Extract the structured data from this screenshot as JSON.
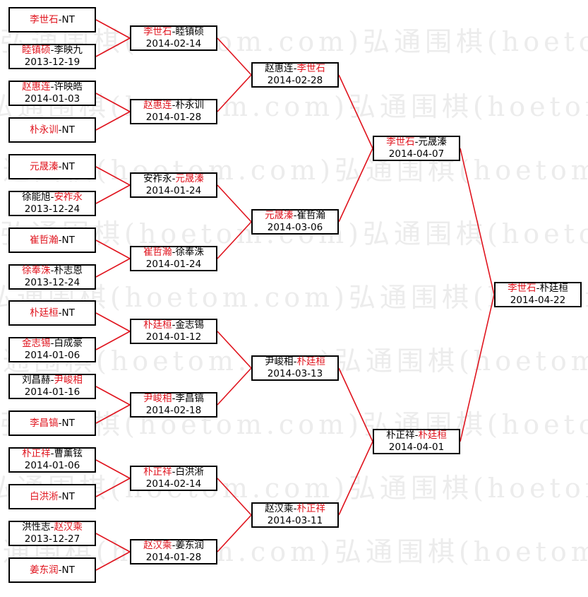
{
  "watermark": "弘通围棋(hoetom.com)弘通围棋(hoetom.com)弘通围棋(hoetom.com)弘通围棋",
  "colors": {
    "winner": "#e0141e",
    "line": "#e0141e",
    "border": "#000000"
  },
  "bracket": {
    "round1": [
      {
        "p1": "李世石",
        "p2": "NT",
        "date": "",
        "winner": 1
      },
      {
        "p1": "睦镇硕",
        "p2": "李映九",
        "date": "2013-12-19",
        "winner": 1
      },
      {
        "p1": "赵惠连",
        "p2": "许映皓",
        "date": "2014-01-03",
        "winner": 1
      },
      {
        "p1": "朴永训",
        "p2": "NT",
        "date": "",
        "winner": 1
      },
      {
        "p1": "元晟溱",
        "p2": "NT",
        "date": "",
        "winner": 1
      },
      {
        "p1": "徐能旭",
        "p2": "安祚永",
        "date": "2013-12-24",
        "winner": 2
      },
      {
        "p1": "崔哲瀚",
        "p2": "NT",
        "date": "",
        "winner": 1
      },
      {
        "p1": "徐奉洙",
        "p2": "朴志恩",
        "date": "2013-12-24",
        "winner": 1
      },
      {
        "p1": "朴廷桓",
        "p2": "NT",
        "date": "",
        "winner": 1
      },
      {
        "p1": "金志锡",
        "p2": "白成豪",
        "date": "2014-01-06",
        "winner": 1
      },
      {
        "p1": "刘昌赫",
        "p2": "尹峻相",
        "date": "2014-01-16",
        "winner": 2
      },
      {
        "p1": "李昌镐",
        "p2": "NT",
        "date": "",
        "winner": 1
      },
      {
        "p1": "朴正祥",
        "p2": "曹薰铉",
        "date": "2014-01-06",
        "winner": 1
      },
      {
        "p1": "白洪淅",
        "p2": "NT",
        "date": "",
        "winner": 1
      },
      {
        "p1": "洪性志",
        "p2": "赵汉乘",
        "date": "2013-12-27",
        "winner": 2
      },
      {
        "p1": "姜东润",
        "p2": "NT",
        "date": "",
        "winner": 1
      }
    ],
    "round2": [
      {
        "p1": "李世石",
        "p2": "睦镇硕",
        "date": "2014-02-14",
        "winner": 1
      },
      {
        "p1": "赵惠连",
        "p2": "朴永训",
        "date": "2014-01-28",
        "winner": 1
      },
      {
        "p1": "安祚永",
        "p2": "元晟溱",
        "date": "2014-01-24",
        "winner": 2
      },
      {
        "p1": "崔哲瀚",
        "p2": "徐奉洙",
        "date": "2014-01-24",
        "winner": 1
      },
      {
        "p1": "朴廷桓",
        "p2": "金志锡",
        "date": "2014-01-12",
        "winner": 1
      },
      {
        "p1": "尹峻相",
        "p2": "李昌镐",
        "date": "2014-02-18",
        "winner": 1
      },
      {
        "p1": "朴正祥",
        "p2": "白洪淅",
        "date": "2014-02-14",
        "winner": 1
      },
      {
        "p1": "赵汉乘",
        "p2": "姜东润",
        "date": "2014-01-28",
        "winner": 1
      }
    ],
    "round3": [
      {
        "p1": "赵惠连",
        "p2": "李世石",
        "date": "2014-02-28",
        "winner": 2
      },
      {
        "p1": "元晟溱",
        "p2": "崔哲瀚",
        "date": "2014-03-06",
        "winner": 1
      },
      {
        "p1": "尹峻相",
        "p2": "朴廷桓",
        "date": "2014-03-13",
        "winner": 2
      },
      {
        "p1": "赵汉乘",
        "p2": "朴正祥",
        "date": "2014-03-11",
        "winner": 2
      }
    ],
    "round4": [
      {
        "p1": "李世石",
        "p2": "元晟溱",
        "date": "2014-04-07",
        "winner": 1
      },
      {
        "p1": "朴正祥",
        "p2": "朴廷桓",
        "date": "2014-04-01",
        "winner": 2
      }
    ],
    "round5": [
      {
        "p1": "李世石",
        "p2": "朴廷桓",
        "date": "2014-04-22",
        "winner": 1
      }
    ]
  }
}
